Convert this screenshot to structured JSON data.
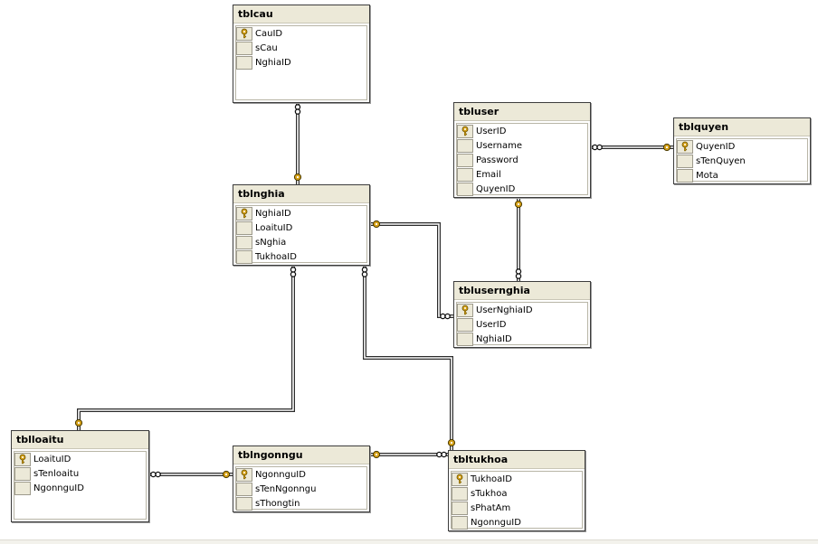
{
  "diagram": {
    "tables": [
      {
        "id": "tblcau",
        "name": "tblcau",
        "columns": [
          {
            "name": "CauID",
            "key": true
          },
          {
            "name": "sCau"
          },
          {
            "name": "NghiaID"
          }
        ]
      },
      {
        "id": "tblnghia",
        "name": "tblnghia",
        "columns": [
          {
            "name": "NghiaID",
            "key": true
          },
          {
            "name": "LoaituID"
          },
          {
            "name": "sNghia"
          },
          {
            "name": "TukhoaID"
          }
        ]
      },
      {
        "id": "tbluser",
        "name": "tbluser",
        "columns": [
          {
            "name": "UserID",
            "key": true
          },
          {
            "name": "Username"
          },
          {
            "name": "Password"
          },
          {
            "name": "Email"
          },
          {
            "name": "QuyenID"
          }
        ]
      },
      {
        "id": "tblquyen",
        "name": "tblquyen",
        "columns": [
          {
            "name": "QuyenID",
            "key": true
          },
          {
            "name": "sTenQuyen"
          },
          {
            "name": "Mota"
          }
        ]
      },
      {
        "id": "tblusernghia",
        "name": "tblusernghia",
        "columns": [
          {
            "name": "UserNghiaID",
            "key": true
          },
          {
            "name": "UserID"
          },
          {
            "name": "NghiaID"
          }
        ]
      },
      {
        "id": "tblloaitu",
        "name": "tblloaitu",
        "columns": [
          {
            "name": "LoaituID",
            "key": true
          },
          {
            "name": "sTenloaitu"
          },
          {
            "name": "NgonnguID"
          }
        ]
      },
      {
        "id": "tblngonngu",
        "name": "tblngonngu",
        "columns": [
          {
            "name": "NgonnguID",
            "key": true
          },
          {
            "name": "sTenNgonngu"
          },
          {
            "name": "sThongtin"
          }
        ]
      },
      {
        "id": "tbltukhoa",
        "name": "tbltukhoa",
        "columns": [
          {
            "name": "TukhoaID",
            "key": true
          },
          {
            "name": "sTukhoa"
          },
          {
            "name": "sPhatAm"
          },
          {
            "name": "NgonnguID"
          }
        ]
      }
    ],
    "relationships": [
      {
        "from": "tblcau",
        "to": "tblnghia"
      },
      {
        "from": "tblusernghia",
        "to": "tblnghia"
      },
      {
        "from": "tblnghia",
        "to": "tblloaitu"
      },
      {
        "from": "tblnghia",
        "to": "tbltukhoa"
      },
      {
        "from": "tbluser",
        "to": "tblquyen"
      },
      {
        "from": "tblusernghia",
        "to": "tbluser"
      },
      {
        "from": "tblloaitu",
        "to": "tblngonngu"
      },
      {
        "from": "tbltukhoa",
        "to": "tblngonngu"
      }
    ]
  },
  "icons": {
    "primary_key": "key-icon",
    "many_end": "infinity-icon",
    "one_end": "key-icon"
  },
  "colors": {
    "header": "#ece9d8",
    "border": "#3c3c3c",
    "key": "#d4a017",
    "line": "#2b2b2b"
  }
}
